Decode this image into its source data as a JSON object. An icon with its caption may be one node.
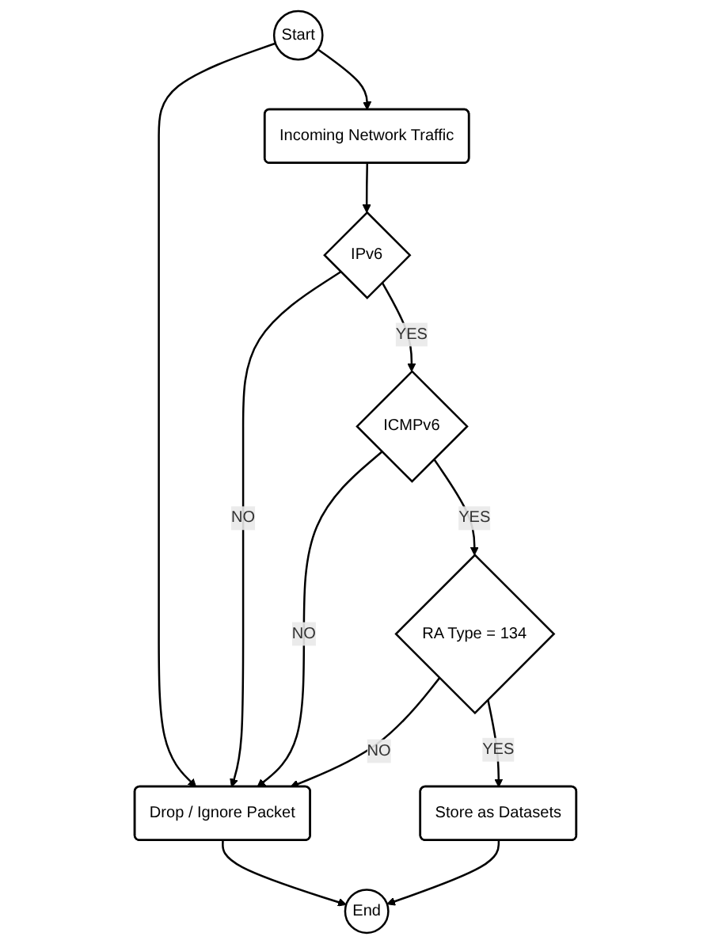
{
  "diagram": {
    "nodes": [
      {
        "text": [
          "Start"
        ]
      },
      {
        "text": [
          "Incoming Network Traffic"
        ]
      },
      {
        "text": [
          "IPv6"
        ]
      },
      {
        "text": [
          "ICMPv6"
        ]
      },
      {
        "text": [
          "RA Type = 134"
        ]
      },
      {
        "text": [
          "Drop / Ignore Packet"
        ]
      },
      {
        "text": [
          "Store as Datasets"
        ]
      },
      {
        "text": [
          "End"
        ]
      }
    ],
    "edges": [
      {
        "from": 0,
        "to": 1,
        "arrow": "to"
      },
      {
        "from": 1,
        "to": 2,
        "arrow": "to"
      },
      {
        "from": 0,
        "to": 5,
        "arrow": "to"
      },
      {
        "from": 2,
        "to": 5,
        "label": "NO",
        "arrow": "to"
      },
      {
        "from": 2,
        "to": 3,
        "label": "YES",
        "arrow": "to"
      },
      {
        "from": 3,
        "to": 5,
        "label": "NO",
        "arrow": "to"
      },
      {
        "from": 3,
        "to": 4,
        "label": "YES",
        "arrow": "to"
      },
      {
        "from": 4,
        "to": 5,
        "label": "NO",
        "arrow": "to"
      },
      {
        "from": 4,
        "to": 6,
        "label": "YES",
        "arrow": "to"
      },
      {
        "from": 5,
        "to": 7,
        "arrow": "to"
      },
      {
        "from": 6,
        "to": 7,
        "arrow": "to"
      }
    ]
  }
}
